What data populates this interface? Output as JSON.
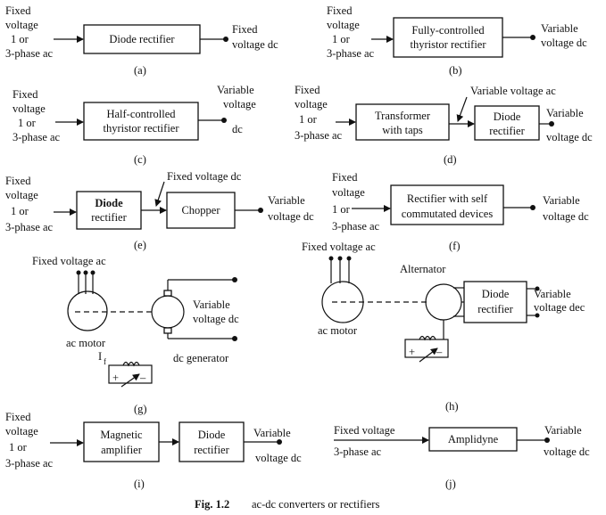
{
  "diagram_a": {
    "input": [
      "Fixed",
      "voltage",
      "1 or",
      "3-phase ac"
    ],
    "block": "Diode rectifier",
    "output": [
      "Fixed",
      "voltage dc"
    ],
    "label": "(a)"
  },
  "diagram_b": {
    "input": [
      "Fixed",
      "voltage",
      "1 or",
      "3-phase ac"
    ],
    "block": [
      "Fully-controlled",
      "thyristor rectifier"
    ],
    "output": [
      "Variable",
      "voltage dc"
    ],
    "label": "(b)"
  },
  "diagram_c": {
    "input": [
      "Fixed",
      "voltage",
      "1 or",
      "3-phase ac"
    ],
    "block": [
      "Half-controlled",
      "thyristor rectifier"
    ],
    "output": [
      "Variable",
      "voltage",
      "dc"
    ],
    "label": "(c)"
  },
  "diagram_d": {
    "input": [
      "Fixed",
      "voltage",
      "1 or",
      "3-phase ac"
    ],
    "block1": [
      "Transformer",
      "with taps"
    ],
    "mid_label": "Variable voltage ac",
    "block2": [
      "Diode",
      "rectifier"
    ],
    "output": [
      "Variable",
      "voltage dc"
    ],
    "label": "(d)"
  },
  "diagram_e": {
    "input": [
      "Fixed",
      "voltage",
      "1 or",
      "3-phase ac"
    ],
    "block1": [
      "Diode",
      "rectifier"
    ],
    "mid_label": "Fixed voltage dc",
    "block2": "Chopper",
    "output": [
      "Variable",
      "voltage dc"
    ],
    "label": "(e)"
  },
  "diagram_f": {
    "input": [
      "Fixed",
      "voltage",
      "1 or",
      "3-phase ac"
    ],
    "block": [
      "Rectifier with self",
      "commutated devices"
    ],
    "output": [
      "Variable",
      "voltage dc"
    ],
    "label": "(f)"
  },
  "diagram_g": {
    "supply": "Fixed voltage ac",
    "motor": "ac motor",
    "output": [
      "Variable",
      "voltage dc"
    ],
    "generator": "dc generator",
    "field": "I",
    "field_sub": "f",
    "label": "(g)"
  },
  "diagram_h": {
    "supply": "Fixed voltage ac",
    "alternator": "Alternator",
    "motor": "ac motor",
    "block": [
      "Diode",
      "rectifier"
    ],
    "output": [
      "Variable",
      "voltage dec"
    ],
    "label": "(h)"
  },
  "diagram_i": {
    "input": [
      "Fixed",
      "voltage",
      "1 or",
      "3-phase ac"
    ],
    "block1": [
      "Magnetic",
      "amplifier"
    ],
    "block2": [
      "Diode",
      "rectifier"
    ],
    "output": [
      "Variable",
      "voltage dc"
    ],
    "label": "(i)"
  },
  "diagram_j": {
    "input": [
      "Fixed voltage",
      "3-phase ac"
    ],
    "block": "Amplidyne",
    "output": [
      "Variable",
      "voltage dc"
    ],
    "label": "(j)"
  },
  "caption": {
    "fig": "Fig. 1.2",
    "text": "ac-dc converters or rectifiers"
  }
}
